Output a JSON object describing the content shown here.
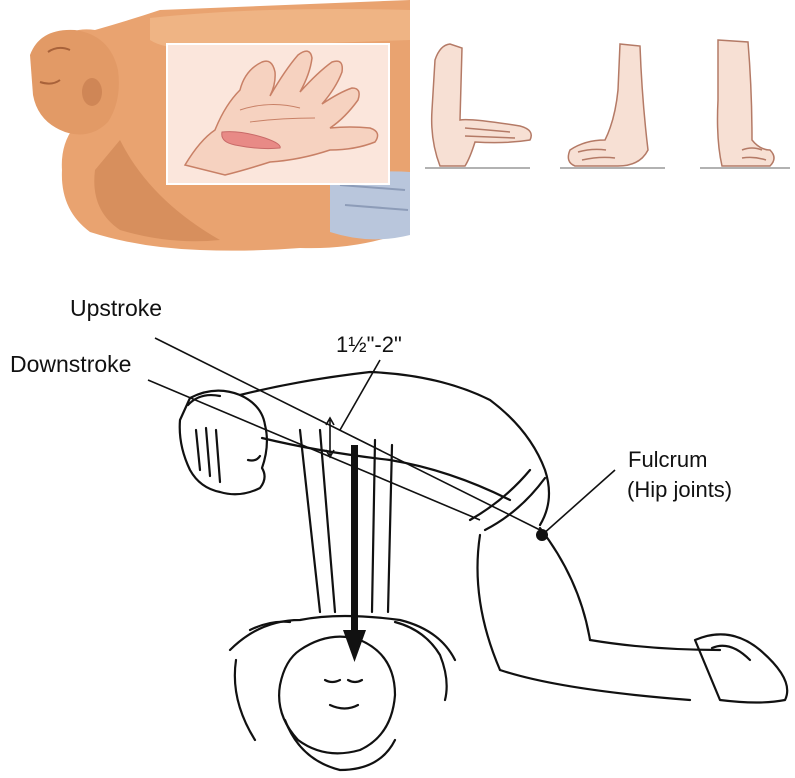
{
  "labels": {
    "upstroke": "Upstroke",
    "downstroke": "Downstroke",
    "depth": "1½\"-2\"",
    "fulcrum_line1": "Fulcrum",
    "fulcrum_line2": "(Hip joints)"
  },
  "colors": {
    "skin": "#e9a370",
    "skin_shadow": "#c8804f",
    "hand_panel": "#fbe6dc",
    "palm_mark": "#e88a86",
    "line": "#111111",
    "pants": "#b9c6dc"
  },
  "icons": [
    "hand-placement-illustration",
    "hand-positions-illustration",
    "cpr-rescuer-illustration"
  ]
}
